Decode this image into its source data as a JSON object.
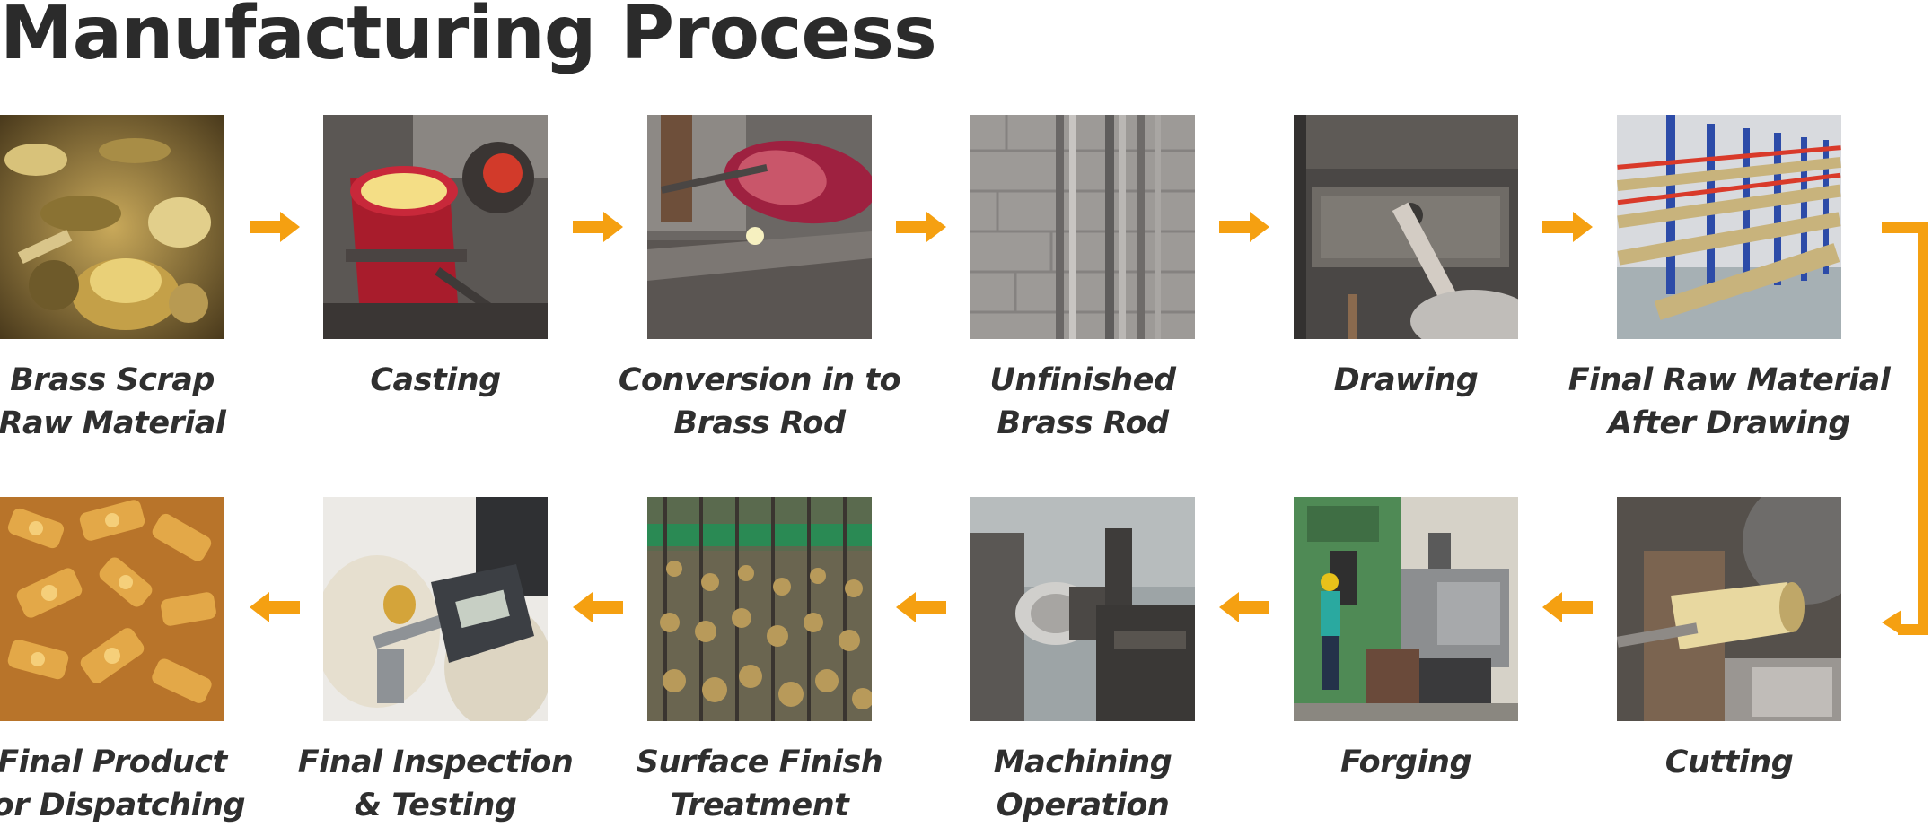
{
  "title": "Manufacturing Process",
  "accent_color": "#f5a011",
  "steps": [
    {
      "label": "Brass Scrap\nRaw Material",
      "image": "brass-scrap-photo"
    },
    {
      "label": "Casting",
      "image": "casting-photo"
    },
    {
      "label": "Conversion in to\nBrass Rod",
      "image": "brass-rod-conversion-photo"
    },
    {
      "label": "Unfinished\nBrass Rod",
      "image": "unfinished-brass-rod-photo"
    },
    {
      "label": "Drawing",
      "image": "drawing-photo"
    },
    {
      "label": "Final Raw Material\nAfter Drawing",
      "image": "raw-material-rack-photo"
    },
    {
      "label": "Cutting",
      "image": "cutting-photo"
    },
    {
      "label": "Forging",
      "image": "forging-photo"
    },
    {
      "label": "Machining\nOperation",
      "image": "machining-photo"
    },
    {
      "label": "Surface Finish\nTreatment",
      "image": "surface-finish-photo"
    },
    {
      "label": "Final Inspection\n& Testing",
      "image": "inspection-photo"
    },
    {
      "label": "Final Product\nfor Dispatching",
      "image": "final-product-photo"
    }
  ],
  "arrows": {
    "row1_direction": "right",
    "row2_direction": "left",
    "connector": "down-then-left"
  }
}
